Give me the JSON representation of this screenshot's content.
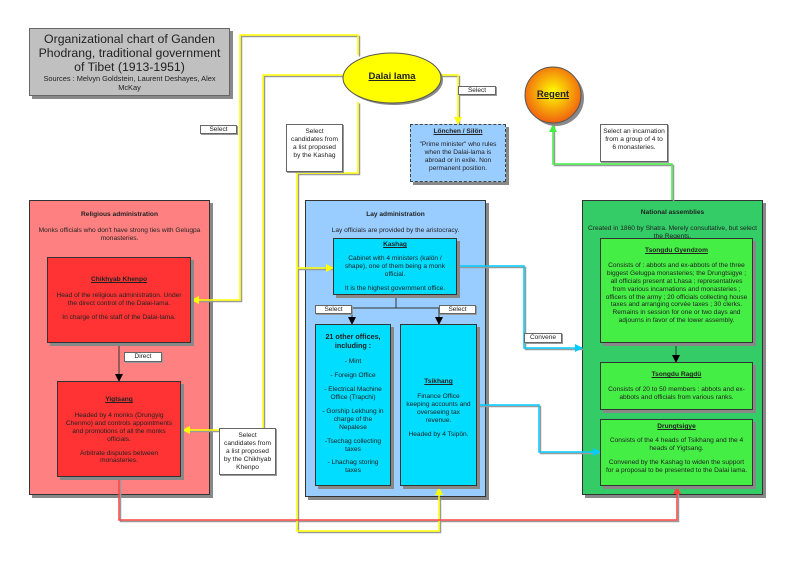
{
  "title": {
    "line": "Organizational chart of Ganden Phodrang, traditional government of Tibet (1913-1951)",
    "sources": "Sources : Melvyn Goldstein, Laurent Deshayes, Alex McKay"
  },
  "dalai_lama": {
    "label": "Dalai lama",
    "color": "#ffff00"
  },
  "regent": {
    "label": "Regent",
    "color": "#f07010"
  },
  "lonchen": {
    "title": "Lönchen / Silön",
    "text": "\"Prime minister\" who rules when the Dalai-lama is abroad or in exile. Non permanent position."
  },
  "labels": {
    "select_left": "Select",
    "select_lonchen": "Select",
    "select_kashag_candidates": "Select candidates from a list proposed by the Kashag",
    "select_incarnation": "Select an incarnation from a group of 4 to 6 monasteries.",
    "select_chikhyab_candidates": "Select candidates from a list proposed by the Chikhyab Khenpo",
    "direct": "Direct",
    "select_offices": "Select",
    "select_tsikhang": "Select",
    "convene": "Convene"
  },
  "religious": {
    "header": "Religious administration",
    "subtitle": "Monks officials who don't have strong ties with Gelugpa monasteries.",
    "chikhyab": {
      "title": "Chikhyab Khenpo",
      "p1": "Head of the religious administration. Under the direct control of the Dalai-lama.",
      "p2": "In charge of the staff of the Dalai-lama."
    },
    "yigtsang": {
      "title": "Yigtsang",
      "p1": "Headed by 4 monks (Drungyig Chenmo) and controls  appointments and promotions of all the monks officials.",
      "p2": "Arbitrate disputes between monasteries."
    }
  },
  "lay": {
    "header": "Lay administration",
    "subtitle": "Lay officials are provided by the aristocracy.",
    "kashag": {
      "title": "Kashag",
      "p1": "Cabinet with 4 ministers (kalön / shape), one of them being a monk official.",
      "p2": "It is the highest government office."
    },
    "offices": {
      "title": "21 other offices, including :",
      "items": [
        "- Mint",
        "- Foreign Office",
        "- Electrical Machine Office (Trapchi)",
        "- Gorship Lekhung in charge of the Nepalese",
        "-Tsechag collecting taxes",
        "- Lhachag storing taxes"
      ]
    },
    "tsikhang": {
      "title": "Tsikhang",
      "p1": "Finance Office keeping accounts and overseeing tax revenue.",
      "p2": "Headed by 4 Tsipön."
    }
  },
  "national": {
    "header": "National assemblies",
    "subtitle": "Created in 1860 by Shatra. Merely consultative, but select the Regents.",
    "gyendzom": {
      "title": "Tsongdu Gyendzom",
      "p1": "Consists of : abbots and ex-abbots of the three biggest Gelugpa monasteries; the Drungtsigye ; all officials present at Lhasa ; representatives from various incarnations and monasteries ; officers of the army ; 20 officials collecting house taxes and arranging corvée taxes ; 30 clerks.",
      "p2": "Remains in session for one or two days  and adjourns in favor of the lower assembly."
    },
    "ragdu": {
      "title": "Tsongdu Ragdü",
      "p1": "Consists of 20 to 50 members : abbots and ex-abbots and officials from various ranks."
    },
    "drungtsigye": {
      "title": "Drungtsigye",
      "p1": "Consists of the 4 heads of Tsikhang and the 4 heads of Yigtsang.",
      "p2": "Convened by the Kashag to widen the support for a proposal to be presented to the Dalai lama."
    }
  },
  "colors": {
    "religious_bg": "#ff8080",
    "religious_box": "#ff3333",
    "lay_bg": "#99ccff",
    "lay_box": "#00ddff",
    "national_bg": "#33cc66",
    "national_box": "#44ee44"
  }
}
